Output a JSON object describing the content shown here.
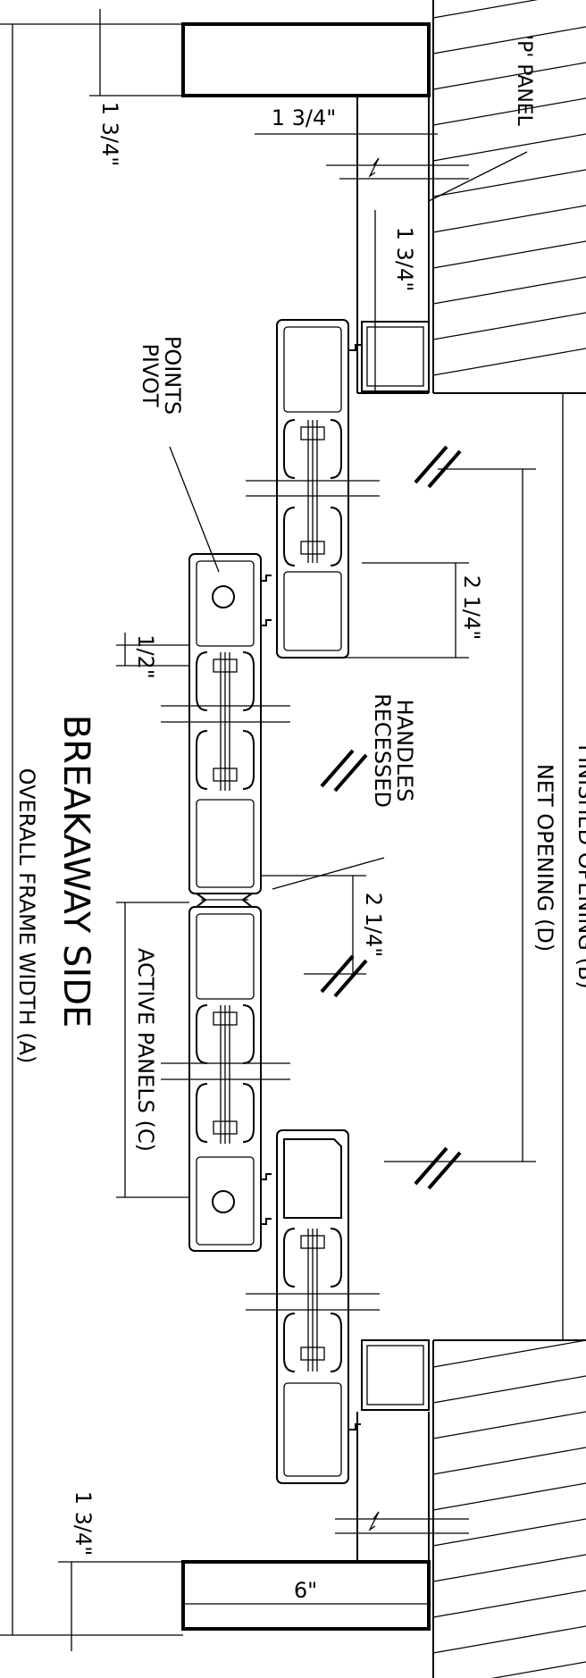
{
  "dimensions": {
    "top_frame_depth": "1 3/4\"",
    "top_jamb_offset": "1 3/4\"",
    "top_jamb_depth": "1 3/4\"",
    "handle_offset_upper": "2 1/4\"",
    "panel_gap": "1/2\"",
    "handle_offset_lower": "2 1/4\"",
    "bottom_frame_depth": "1 3/4\"",
    "bottom_jamb_width": "6\""
  },
  "labels": {
    "p_panel": "'P' PANEL",
    "pivot_points_line1": "PIVOT",
    "pivot_points_line2": "POINTS",
    "recessed_handles_line1": "RECESSED",
    "recessed_handles_line2": "HANDLES",
    "finished_opening": "FINISHED OPENING (B)",
    "net_opening": "NET OPENING (D)",
    "active_panels": "ACTIVE PANELS (C)",
    "breakaway_side": "BREAKAWAY SIDE",
    "overall_frame_width": "OVERALL FRAME WIDTH (A)"
  }
}
